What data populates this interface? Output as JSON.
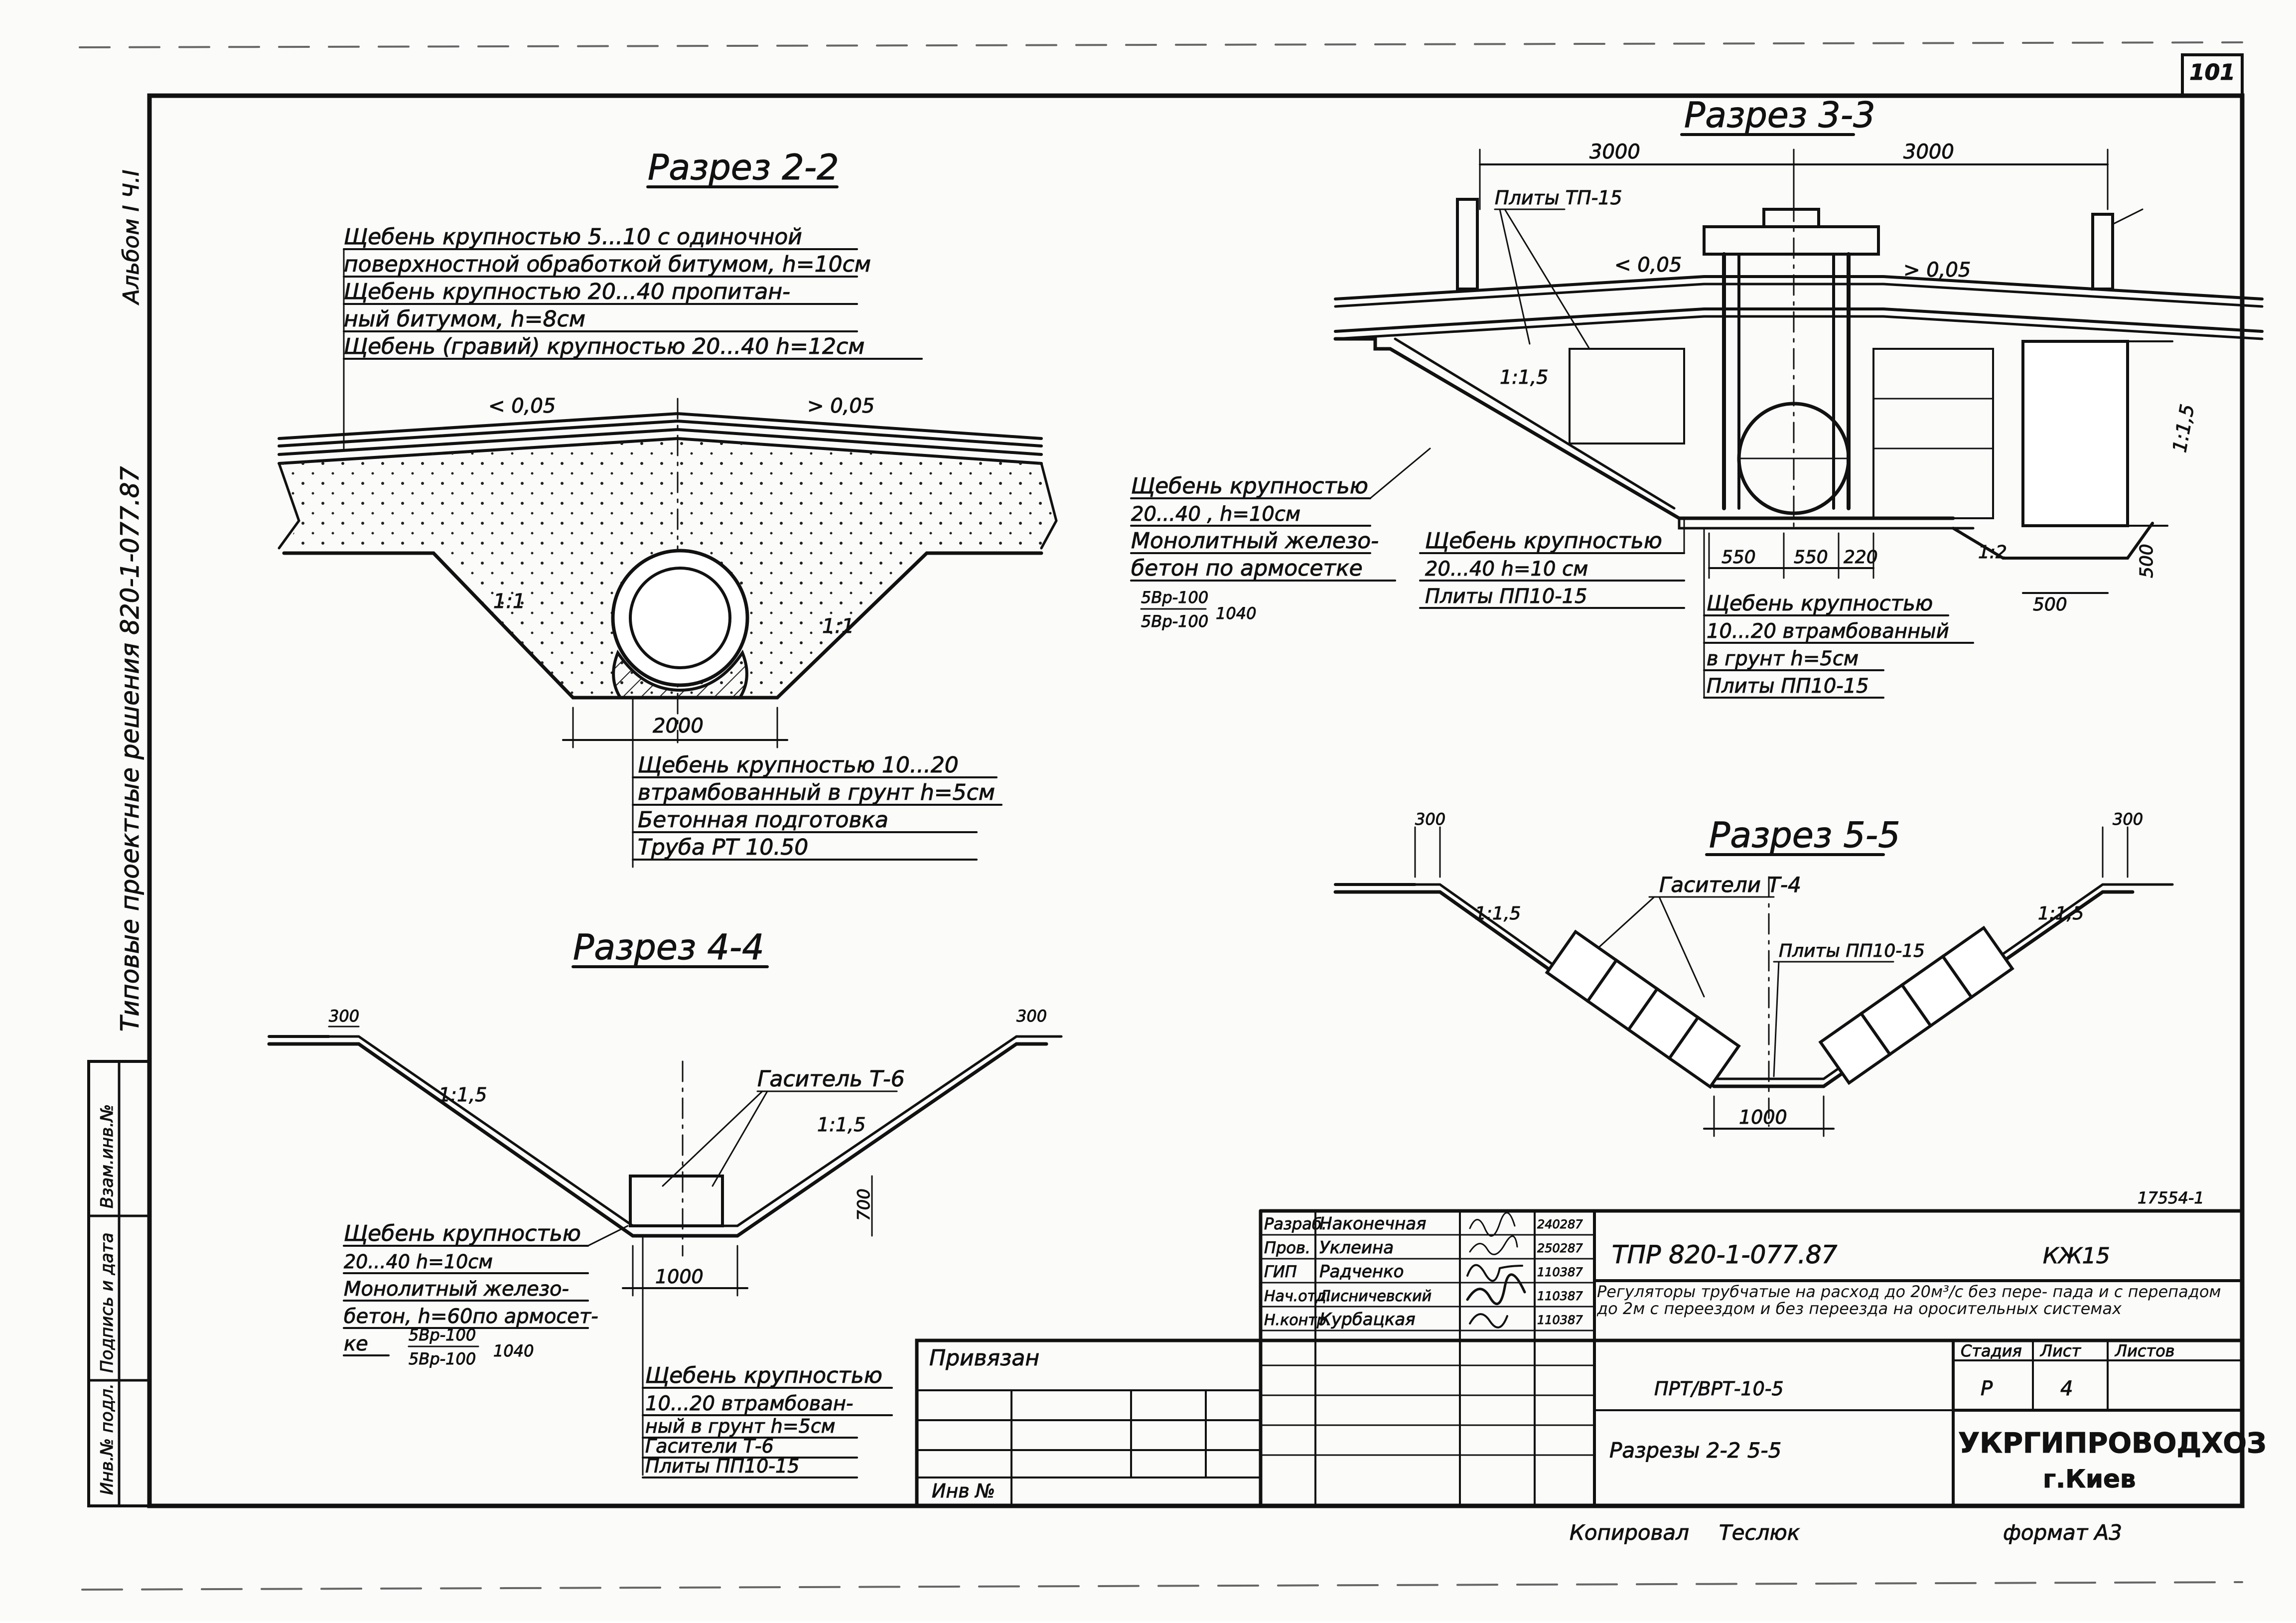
{
  "sheet_number": "101",
  "album_label": "Альбом I Ч.I",
  "series_vertical": "Типовые проектные решения 820-1-077.87",
  "margin_table": {
    "inv_orig": "Инв.№ подл.",
    "sign_date": "Подпись и дата",
    "inv_instead": "Взам.инв.№"
  },
  "sections": {
    "s22": {
      "title": "Разрез 2-2",
      "layers": [
        "Щебень крупностью 5...10 с одиночной",
        "поверхностной обработкой битумом, h=10см",
        "Щебень крупностью 20...40 пропитан-",
        "ный битумом, h=8см",
        "Щебень (гравий) крупностью 20...40 h=12см"
      ],
      "slope_left": "< 0,05",
      "slope_right": "> 0,05",
      "bank_slope_left": "1:1",
      "bank_slope_right": "1:1",
      "dim_bottom": "2000",
      "base_layers": [
        "Щебень крупностью 10...20",
        "втрамбованный в грунт h=5см",
        "Бетонная подготовка",
        "Труба РТ 10.50"
      ]
    },
    "s33": {
      "title": "Разрез 3-3",
      "dim_left": "3000",
      "dim_right": "3000",
      "plates_label": "Плиты ТП-15",
      "slope_left": "< 0,05",
      "slope_right": "> 0,05",
      "bank_slope_left": "1:1,5",
      "bank_slope_right": "1:1,5",
      "bank_slope_bottom": "1:2",
      "left_layers": [
        "Щебень крупностью",
        "20...40 , h=10см",
        "Монолитный железо-",
        "бетон по армосетке"
      ],
      "mesh_top": "5Вр-100",
      "mesh_bottom": "5Вр-100",
      "mesh_size": "1040",
      "mid_layers": [
        "Щебень крупностью",
        "20...40 h=10 см",
        "Плиты ПП10-15"
      ],
      "dims_bottom": [
        "550",
        "550",
        "220"
      ],
      "dim_right_bottom": "500",
      "dim_right_height": "500",
      "right_layers": [
        "Щебень крупностью",
        "10...20 втрамбованный",
        "в грунт h=5см",
        "Плиты ПП10-15"
      ]
    },
    "s44": {
      "title": "Разрез 4-4",
      "dim_left": "300",
      "dim_right": "300",
      "bank_slope_left": "1:1,5",
      "bank_slope_right": "1:1,5",
      "damper_label": "Гаситель Т-6",
      "dim_height": "700",
      "dim_bottom": "1000",
      "left_layers": [
        "Щебень крупностью",
        "20...40 h=10см",
        "Монолитный железо-",
        "бетон, h=60по армосет-",
        "ке"
      ],
      "mesh_top": "5Вр-100",
      "mesh_bottom": "5Вр-100",
      "mesh_size": "1040",
      "base_layers": [
        "Щебень крупностью",
        "10...20 втрамбован-",
        "ный в грунт h=5см",
        "Гасители Т-6",
        "Плиты ПП10-15"
      ]
    },
    "s55": {
      "title": "Разрез 5-5",
      "dim_left": "300",
      "dim_right": "300",
      "bank_slope_left": "1:1,5",
      "bank_slope_right": "1:1,5",
      "damper_label": "Гасители Т-4",
      "plates_label": "Плиты ПП10-15",
      "dim_bottom": "1000"
    }
  },
  "stamp": {
    "privyazan": "Привязан",
    "inv_no": "Инв №",
    "roles": [
      {
        "role": "Разраб.",
        "name": "Наконечная",
        "date": "240287"
      },
      {
        "role": "Пров.",
        "name": "Уклеина",
        "date": "250287"
      },
      {
        "role": "ГИП",
        "name": "Радченко",
        "date": "110387"
      },
      {
        "role": "Нач.отд.",
        "name": "Лисничевский",
        "date": "110387"
      },
      {
        "role": "Н.контр.",
        "name": "Курбацкая",
        "date": "110387"
      }
    ],
    "code": "ТПР 820-1-077.87",
    "mark": "КЖ15",
    "description": "Регуляторы трубчатые на расход до 20м³/с без пере- пада и с перепадом до 2м с переездом и без переезда на оросительных системах",
    "col_stage": "Стадия",
    "col_sheet": "Лист",
    "col_sheets": "Листов",
    "stage": "Р",
    "sheet": "4",
    "element": "ПРТ/ВРТ-10-5",
    "drawing_name": "Разрезы 2-2 5-5",
    "org": "УКРГИПРОВОДХОЗ",
    "city": "г.Киев",
    "archive_no": "17554-1"
  },
  "footer": {
    "copied": "Копировал",
    "copier": "Теслюк",
    "format": "формат А3"
  }
}
